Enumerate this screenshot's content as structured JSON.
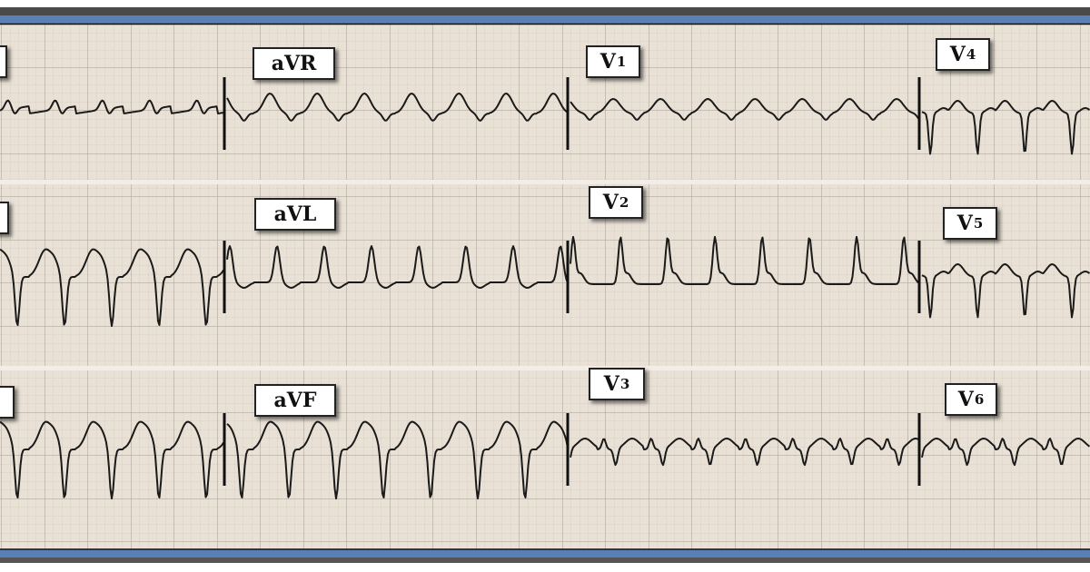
{
  "leads": [
    {
      "id": "I",
      "label": "",
      "sub": "",
      "row": 0,
      "col": 0,
      "type": "I"
    },
    {
      "id": "aVR",
      "label": "aVR",
      "sub": "",
      "row": 0,
      "col": 1,
      "type": "aVR"
    },
    {
      "id": "V1",
      "label": "V",
      "sub": "1",
      "row": 0,
      "col": 2,
      "type": "V1"
    },
    {
      "id": "V4",
      "label": "V",
      "sub": "4",
      "row": 0,
      "col": 3,
      "type": "V4"
    },
    {
      "id": "II",
      "label": "",
      "sub": "",
      "row": 1,
      "col": 0,
      "type": "deep"
    },
    {
      "id": "aVL",
      "label": "aVL",
      "sub": "",
      "row": 1,
      "col": 1,
      "type": "up"
    },
    {
      "id": "V2",
      "label": "V",
      "sub": "2",
      "row": 1,
      "col": 2,
      "type": "upsharp"
    },
    {
      "id": "V5",
      "label": "V",
      "sub": "5",
      "row": 1,
      "col": 3,
      "type": "V4"
    },
    {
      "id": "III",
      "label": "",
      "sub": "",
      "row": 2,
      "col": 0,
      "type": "deep"
    },
    {
      "id": "aVF",
      "label": "aVF",
      "sub": "",
      "row": 2,
      "col": 1,
      "type": "deep"
    },
    {
      "id": "V3",
      "label": "V",
      "sub": "3",
      "row": 2,
      "col": 2,
      "type": "small"
    },
    {
      "id": "V6",
      "label": "V",
      "sub": "6",
      "row": 2,
      "col": 3,
      "type": "small"
    }
  ],
  "colors": {
    "paper": "#e9e1d5",
    "grid_minor": "#cfc6ba",
    "grid_major": "#9e968c",
    "trace": "#1a1a1a",
    "border_blue": "#5b80b8",
    "border_dark": "#4a4a4a"
  }
}
